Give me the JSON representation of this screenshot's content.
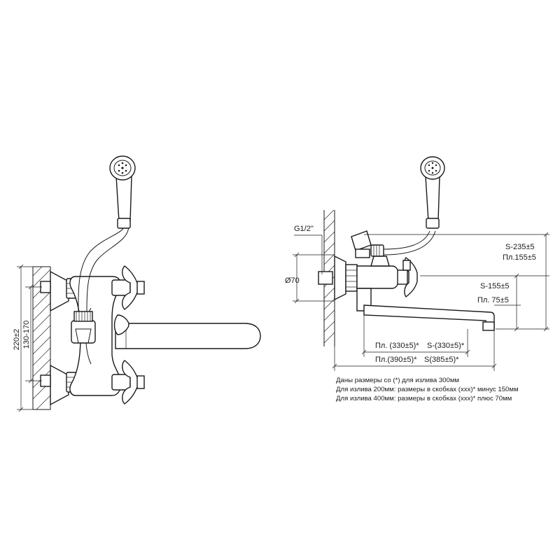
{
  "front_view": {
    "dim_total": "220±2",
    "dim_centers": "130-170"
  },
  "side_view": {
    "thread": "G1/2\"",
    "diameter": "Ø70",
    "dim_s_235": "S-235±5",
    "dim_pl_155": "Пл.155±5",
    "dim_s_155": "S-155±5",
    "dim_pl_75": "Пл. 75±5",
    "dim_pl_330": "Пл. (330±5)*",
    "dim_s_330": "S-(330±5)*",
    "dim_pl_390": "Пл.(390±5)*",
    "dim_s_385": "S(385±5)*"
  },
  "notes": [
    "Даны размеры со (*) для излива 300мм",
    "Для излива 200мм: размеры в скобках (xxx)* минус 150мм",
    "Для излива 400мм: размеры в скобках (xxx)* плюс 70мм"
  ]
}
